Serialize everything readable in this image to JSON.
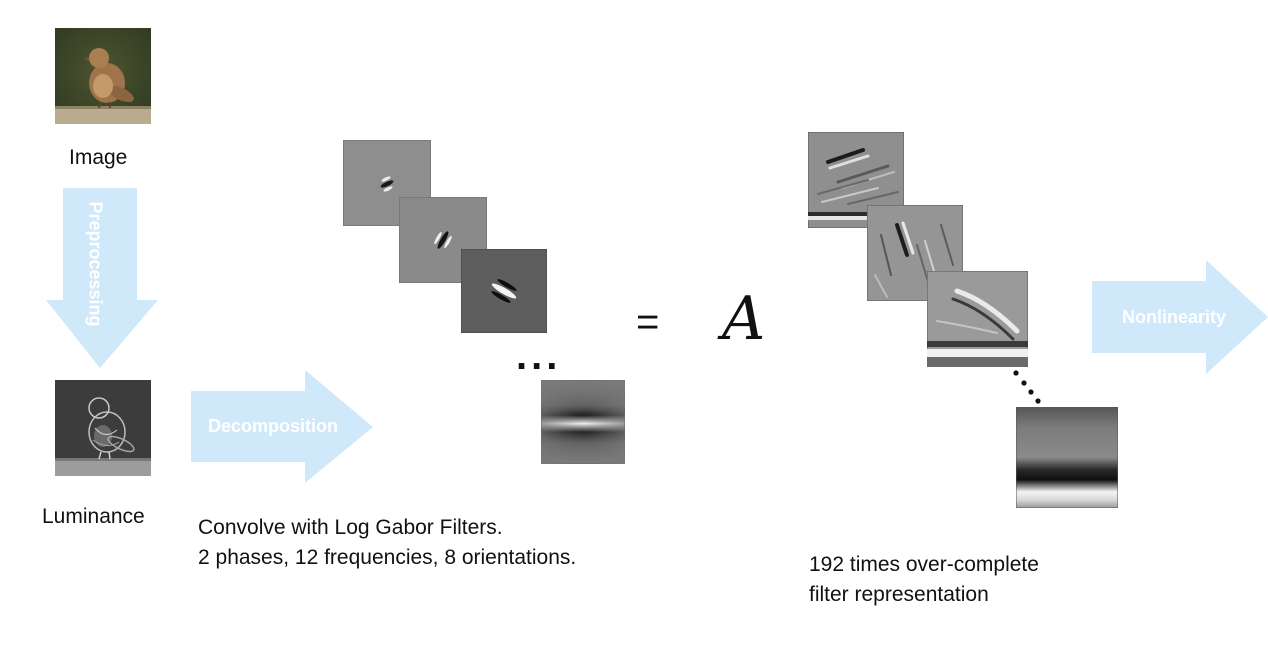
{
  "image_label": "Image",
  "luminance_label": "Luminance",
  "preprocessing_arrow": {
    "label": "Preprocessing",
    "color": "#cfe8fa"
  },
  "decomposition_arrow": {
    "label": "Decomposition",
    "color": "#cfe8fa"
  },
  "nonlinearity_arrow": {
    "label": "Nonlinearity",
    "color": "#cfe8fa"
  },
  "ellipsis": "...",
  "equals": "=",
  "matrix_symbol": "A",
  "convolve_caption": {
    "line1": "Convolve with Log Gabor Filters.",
    "line2": "2 phases, 12 frequencies, 8 orientations."
  },
  "representation_caption": {
    "line1": "192 times over-complete",
    "line2": "filter representation"
  }
}
